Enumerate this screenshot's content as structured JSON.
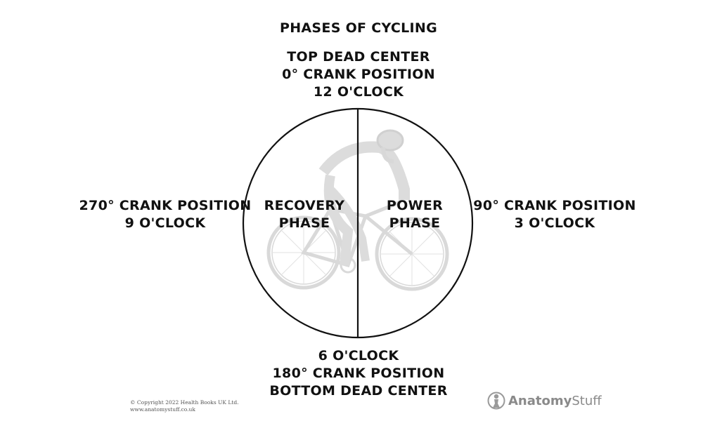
{
  "title": "PHASES OF CYCLING",
  "top_label": [
    "TOP DEAD CENTER",
    "0° CRANK POSITION",
    "12 O'CLOCK"
  ],
  "right_label": [
    "90° CRANK POSITION",
    "3 O'CLOCK"
  ],
  "bottom_label": [
    "6 O'CLOCK",
    "180° CRANK POSITION",
    "BOTTOM DEAD CENTER"
  ],
  "left_label": [
    "270° CRANK POSITION",
    "9 O'CLOCK"
  ],
  "phases": {
    "recovery": [
      "RECOVERY",
      "PHASE"
    ],
    "power": [
      "POWER",
      "PHASE"
    ]
  },
  "illustration": "cyclist-on-road-bike",
  "footer": {
    "copyright": "© Copyright 2022 Health Books UK Ltd.",
    "website": "www.anatomystuff.co.uk",
    "logo_bold": "Anatomy",
    "logo_light": "Stuff"
  },
  "colors": {
    "text": "#111111",
    "circle": "#111111",
    "illustration": "#d6d6d6",
    "logo": "#8a8a8a"
  }
}
